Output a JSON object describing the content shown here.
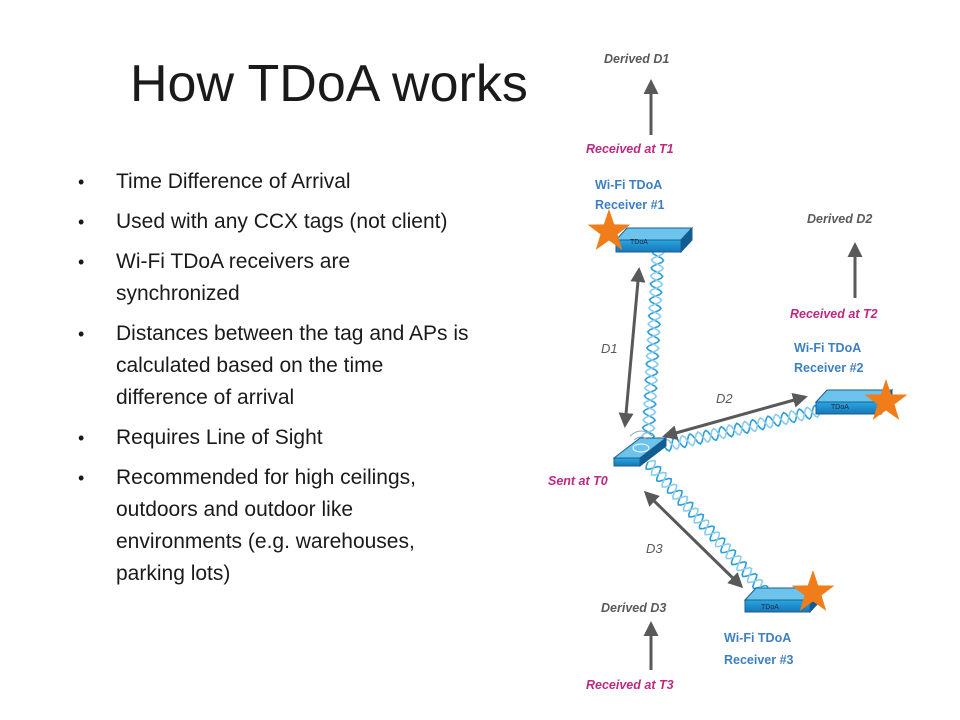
{
  "slide": {
    "title": "How TDoA works",
    "bullets": [
      "Time Difference of Arrival",
      "Used with any CCX tags (not client)",
      "Wi-Fi TDoA receivers are synchronized",
      "Distances between the tag and APs is calculated based on the time difference of arrival",
      "Requires Line of Sight",
      "Recommended for high ceilings, outdoors and outdoor like environments (e.g. warehouses, parking lots)"
    ]
  },
  "diagram": {
    "receiver1": {
      "line1": "Wi-Fi TDoA",
      "line2": "Receiver #1",
      "received": "Received at T1",
      "derived": "Derived D1",
      "device_label": "TDoA"
    },
    "receiver2": {
      "line1": "Wi-Fi TDoA",
      "line2": "Receiver #2",
      "received": "Received at T2",
      "derived": "Derived D2",
      "device_label": "TDoA"
    },
    "receiver3": {
      "line1": "Wi-Fi TDoA",
      "line2": "Receiver #3",
      "received": "Received at T3",
      "derived": "Derived D3",
      "device_label": "TDoA"
    },
    "tag": {
      "sent": "Sent at T0"
    },
    "distances": {
      "d1": "D1",
      "d2": "D2",
      "d3": "D3"
    },
    "colors": {
      "accent_pink": "#c0287f",
      "accent_blue": "#3d7fc2",
      "arrow_gray": "#595959",
      "star_orange": "#f07c1a",
      "device_blue": "#1f9ad6"
    }
  }
}
